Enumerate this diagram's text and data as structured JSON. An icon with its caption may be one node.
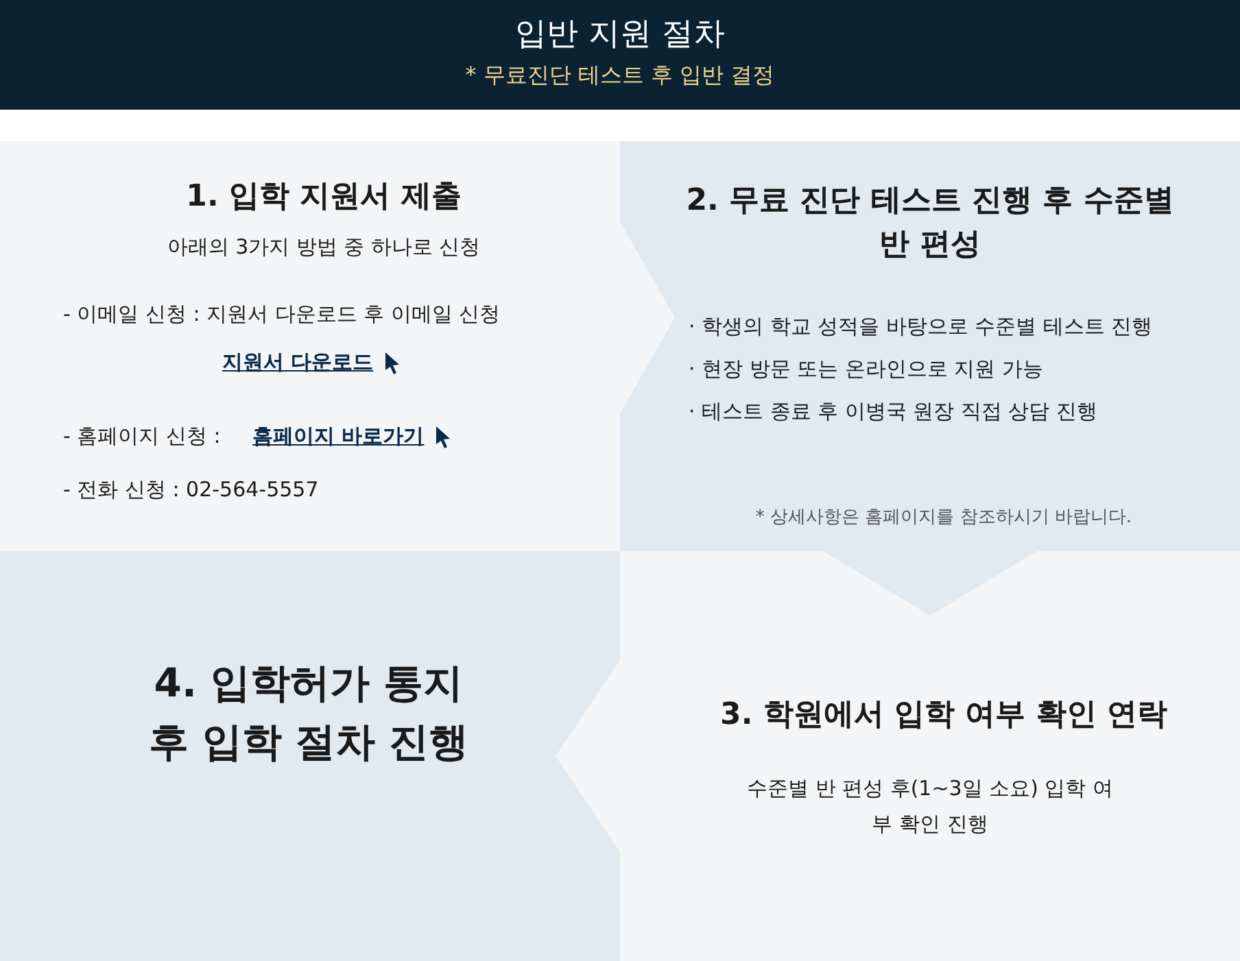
{
  "diagram": {
    "title": "입반 지원 절차",
    "nodes": [
      {
        "text": [
          "1. 입학 지원서 제출",
          "아래의 3가지 방법 중 하나로 신청",
          "- 이메일 신청 : 지원서 다운로드 후 이메일 신청",
          "지원서 다운로드",
          "- 홈페이지 신청 :",
          "홈페이지 바로가기",
          "- 전화 신청 : 02-564-5557"
        ]
      },
      {
        "text": [
          "2. 무료 진단 테스트 진행 후 수준별 반 편성",
          "· 학생의 학교 성적을 바탕으로 수준별 테스트 진행",
          "· 현장 방문 또는 온라인으로 지원 가능",
          "· 테스트 종료 후 이병국 원장 직접 상담 진행",
          "* 상세사항은 홈페이지를 참조하시기 바랍니다."
        ]
      },
      {
        "text": [
          "3. 학원에서 입학 여부 확인 연락",
          "수준별 반 편성 후(1~3일 소요) 입학 여부 확인 진행"
        ]
      },
      {
        "text": [
          "4. 입학허가 통지 후 입학 절차 진행"
        ]
      }
    ],
    "edges": [
      {
        "from": 0,
        "to": 1,
        "arrow": "to"
      },
      {
        "from": 1,
        "to": 2,
        "arrow": "to"
      },
      {
        "from": 2,
        "to": 3,
        "arrow": "to"
      }
    ],
    "labels": [
      "* 무료진단 테스트 후 입반 결정"
    ]
  }
}
